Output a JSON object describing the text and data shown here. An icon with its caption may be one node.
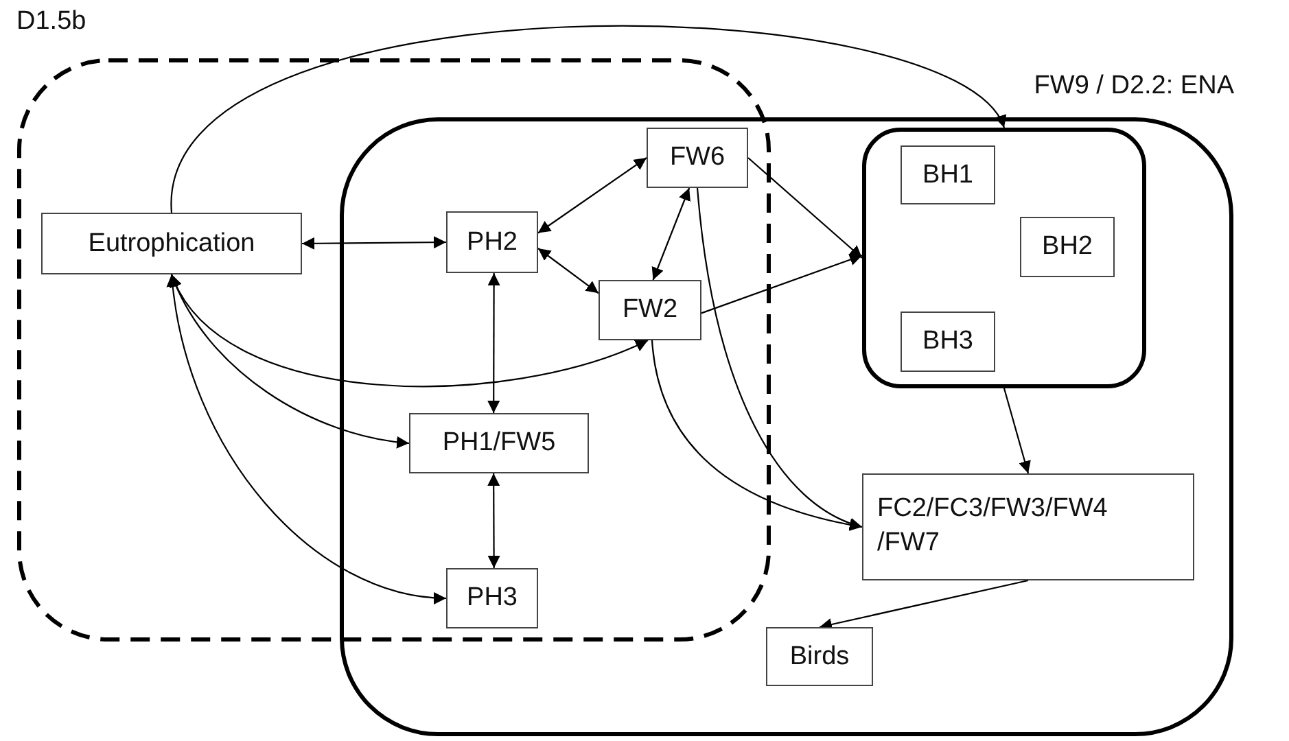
{
  "diagram": {
    "nodes": [
      {
        "text": [
          "D1.5b"
        ]
      },
      {
        "text": [
          "FW9 / D2.2: ENA"
        ]
      },
      {
        "text": [
          "Eutrophication"
        ],
        "in": 0
      },
      {
        "text": [
          "PH2"
        ]
      },
      {
        "text": [
          "FW6"
        ]
      },
      {
        "text": [
          "FW2"
        ]
      },
      {
        "text": [
          "PH1/FW5"
        ]
      },
      {
        "text": [
          "PH3"
        ]
      },
      {
        "text": [],
        "shape": "box",
        "in": 1
      },
      {
        "text": [
          "BH1"
        ],
        "in": 8
      },
      {
        "text": [
          "BH2"
        ],
        "in": 8
      },
      {
        "text": [
          "BH3"
        ],
        "in": 8
      },
      {
        "text": [
          "FC2/FC3/FW3/FW4 /FW7"
        ],
        "in": 1
      },
      {
        "text": [
          "Birds"
        ],
        "in": 1
      }
    ],
    "edges": [
      {
        "from": 2,
        "to": 8,
        "arrow": "to"
      },
      {
        "from": 2,
        "to": 3,
        "arrow": "both"
      },
      {
        "from": 3,
        "to": 4,
        "arrow": "both"
      },
      {
        "from": 3,
        "to": 5,
        "arrow": "both"
      },
      {
        "from": 3,
        "to": 6,
        "arrow": "both"
      },
      {
        "from": 4,
        "to": 5,
        "arrow": "both"
      },
      {
        "from": 4,
        "to": 8,
        "arrow": "to"
      },
      {
        "from": 5,
        "to": 8,
        "arrow": "to"
      },
      {
        "from": 2,
        "to": 5,
        "arrow": "both"
      },
      {
        "from": 2,
        "to": 6,
        "arrow": "both"
      },
      {
        "from": 2,
        "to": 7,
        "arrow": "both"
      },
      {
        "from": 6,
        "to": 7,
        "arrow": "both"
      },
      {
        "from": 5,
        "to": 12,
        "arrow": "to"
      },
      {
        "from": 4,
        "to": 12,
        "arrow": "to"
      },
      {
        "from": 8,
        "to": 12,
        "arrow": "to"
      },
      {
        "from": 12,
        "to": 13,
        "arrow": "to"
      }
    ]
  }
}
